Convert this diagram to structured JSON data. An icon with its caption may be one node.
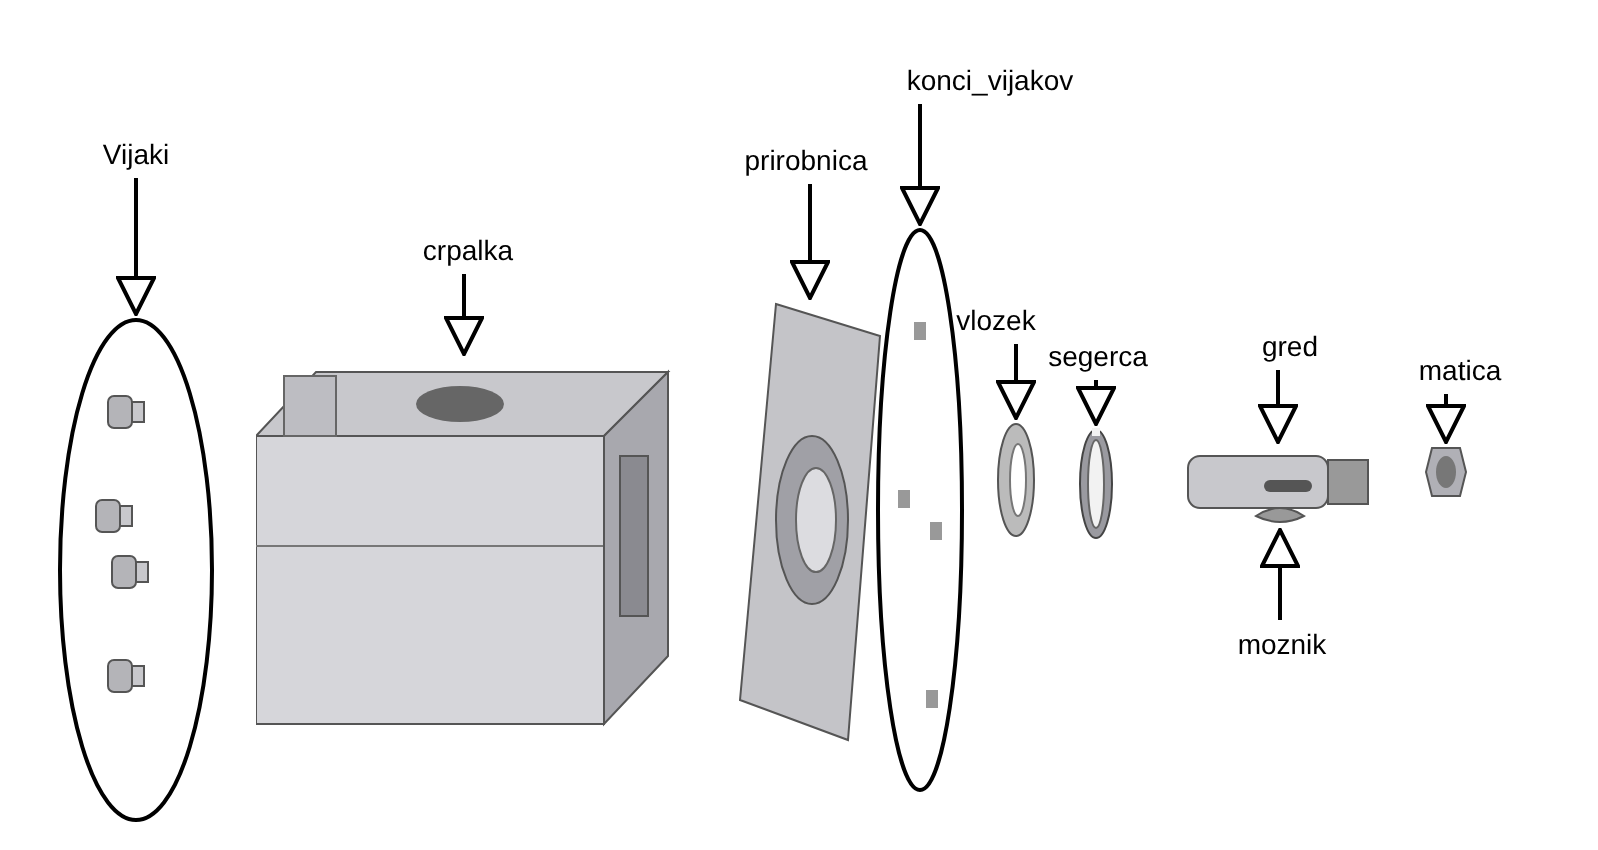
{
  "diagram": {
    "nodes": [
      {
        "text": [
          "Vijaki"
        ]
      },
      {
        "text": [],
        "shape": "picture"
      },
      {
        "text": [
          "crpalka"
        ]
      },
      {
        "text": [],
        "shape": "picture"
      },
      {
        "text": [
          "prirobnica"
        ]
      },
      {
        "text": [],
        "shape": "picture"
      },
      {
        "text": [
          "konci_vijakov"
        ]
      },
      {
        "text": [],
        "shape": "picture"
      },
      {
        "text": [
          "vlozek"
        ]
      },
      {
        "text": [],
        "shape": "picture"
      },
      {
        "text": [
          "segerca"
        ]
      },
      {
        "text": [],
        "shape": "picture"
      },
      {
        "text": [
          "gred"
        ]
      },
      {
        "text": [],
        "shape": "picture"
      },
      {
        "text": [
          "matica"
        ]
      },
      {
        "text": [],
        "shape": "picture"
      },
      {
        "text": [
          "moznik"
        ]
      },
      {
        "text": [],
        "shape": "picture"
      }
    ],
    "edges": [
      {
        "from": 0,
        "to": 1,
        "arrow": "to"
      },
      {
        "from": 2,
        "to": 3,
        "arrow": "to"
      },
      {
        "from": 4,
        "to": 5,
        "arrow": "to"
      },
      {
        "from": 6,
        "to": 7,
        "arrow": "to"
      },
      {
        "from": 8,
        "to": 9,
        "arrow": "to"
      },
      {
        "from": 10,
        "to": 11,
        "arrow": "to"
      },
      {
        "from": 12,
        "to": 13,
        "arrow": "to"
      },
      {
        "from": 14,
        "to": 15,
        "arrow": "to"
      },
      {
        "from": 16,
        "to": 17,
        "arrow": "to"
      }
    ]
  }
}
